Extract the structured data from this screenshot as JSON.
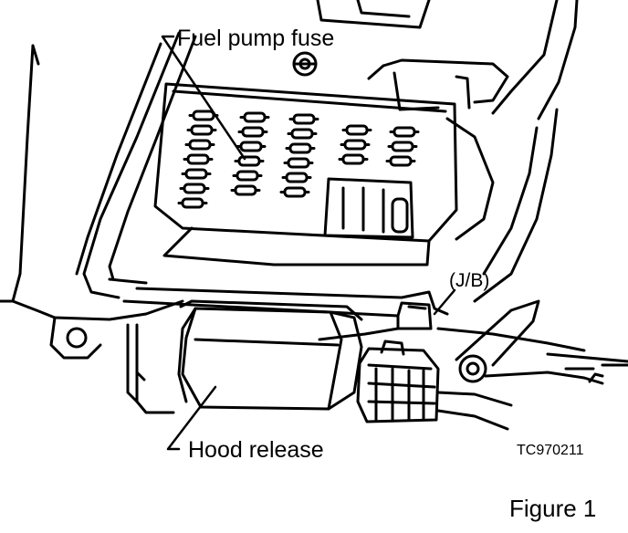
{
  "labels": {
    "fuel_pump_fuse": "Fuel pump fuse",
    "junction_block": "(J/B)",
    "hood_release": "Hood release",
    "drawing_code": "TC970211",
    "figure": "Figure 1"
  },
  "colors": {
    "line": "#000000",
    "background": "#ffffff"
  }
}
